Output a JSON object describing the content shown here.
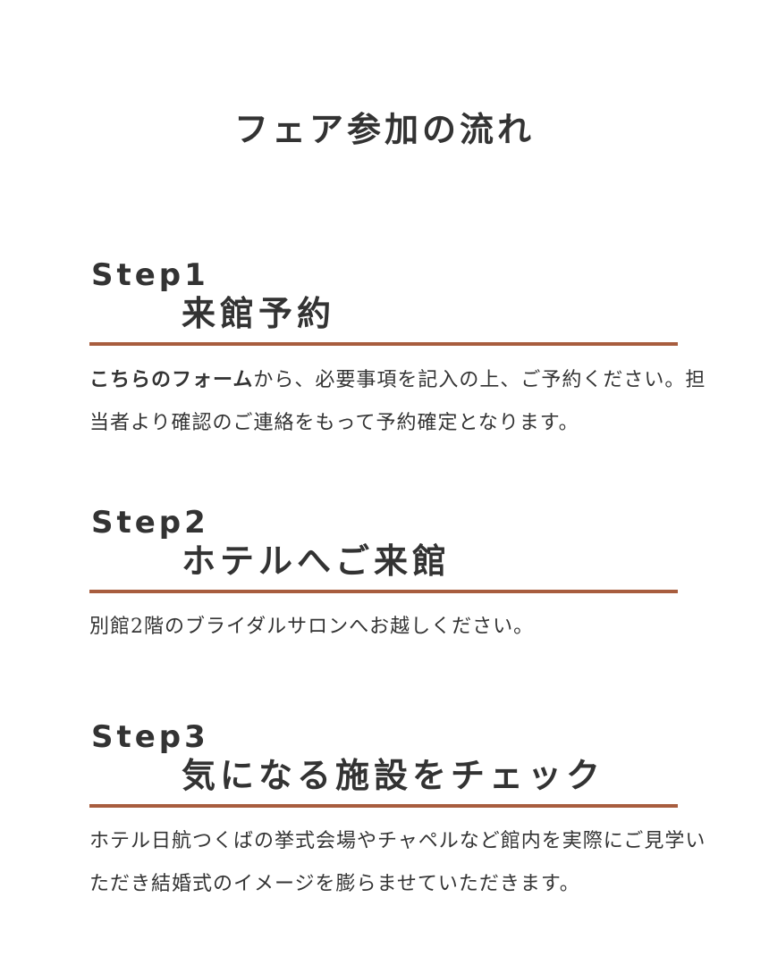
{
  "title": "フェア参加の流れ",
  "steps": [
    {
      "label": "Step1",
      "heading": "来館予約",
      "link_text": "こちらのフォーム",
      "description": "から、必要事項を記入の上、ご予約ください。担当者より確認のご連絡をもって予約確定となります。"
    },
    {
      "label": "Step2",
      "heading": "ホテルへご来館",
      "description": "別館2階のブライダルサロンへお越しください。"
    },
    {
      "label": "Step3",
      "heading": "気になる施設をチェック",
      "description": "ホテル日航つくばの挙式会場やチャペルなど館内を実際にご見学いただき結婚式のイメージを膨らませていただきます。"
    }
  ],
  "colors": {
    "accent_rule": "#a85d3e",
    "text": "#333333"
  }
}
